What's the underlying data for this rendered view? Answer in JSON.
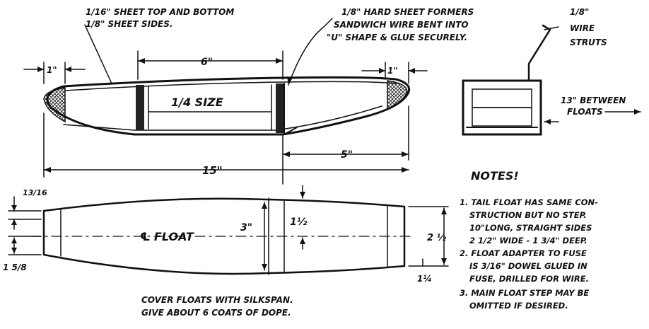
{
  "side_view": {
    "label_sheet": [
      "1/16\" SHEET TOP AND BOTTOM",
      "1/8\" SHEET SIDES."
    ],
    "label_formers": [
      "1/8\" HARD SHEET FORMERS",
      "SANDWICH WIRE BENT INTO",
      "\"U\" SHAPE & GLUE SECURELY."
    ],
    "dim_left_1in": "1\"",
    "dim_6in": "6\"",
    "dim_right_1in": "1\"",
    "scale_label": "1/4 SIZE",
    "dim_5in": "5\"",
    "dim_15in": "15\""
  },
  "end_view": {
    "label_wire": [
      "1/8\"",
      "WIRE",
      "STRUTS"
    ],
    "label_between": [
      "13\" BETWEEN",
      "FLOATS"
    ]
  },
  "top_view": {
    "dim_13_16": "13/16",
    "dim_1_5_8": "1 5/8",
    "centerline_label": "℄ FLOAT",
    "dim_3in": "3\"",
    "dim_1_1_2": "1½",
    "dim_2_1_2": "2 ½",
    "dim_1_1_4": "1¼"
  },
  "notes": {
    "title": "NOTES!",
    "lines": [
      "1. TAIL FLOAT HAS SAME CON-",
      "STRUCTION BUT NO STEP.",
      "10\"LONG, STRAIGHT SIDES",
      "2 1/2\" WIDE - 1 3/4\" DEEP.",
      "2. FLOAT ADAPTER TO FUSE",
      "IS 3/16\" DOWEL GLUED IN",
      "FUSE, DRILLED FOR WIRE.",
      "3. MAIN FLOAT STEP MAY BE",
      "OMITTED IF DESIRED."
    ]
  },
  "cover_note": [
    "COVER FLOATS WITH SILKSPAN.",
    "GIVE ABOUT 6 COATS OF DOPE."
  ]
}
